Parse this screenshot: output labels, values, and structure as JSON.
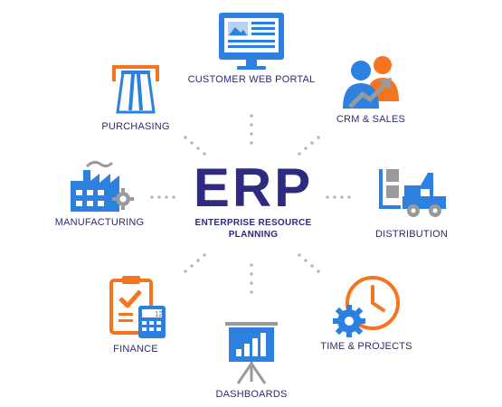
{
  "center": {
    "title": "ERP",
    "subtitle_line1": "ENTERPRISE RESOURCE",
    "subtitle_line2": "PLANNING"
  },
  "modules": {
    "customer_web_portal": {
      "label": "CUSTOMER WEB PORTAL",
      "icon": "monitor-icon"
    },
    "crm_sales": {
      "label": "CRM & SALES",
      "icon": "people-growth-icon"
    },
    "purchasing": {
      "label": "PURCHASING",
      "icon": "receipt-printer-icon"
    },
    "manufacturing": {
      "label": "MANUFACTURING",
      "icon": "factory-icon"
    },
    "distribution": {
      "label": "DISTRIBUTION",
      "icon": "forklift-icon"
    },
    "finance": {
      "label": "FINANCE",
      "icon": "clipboard-calculator-icon"
    },
    "time_projects": {
      "label": "TIME & PROJECTS",
      "icon": "clock-gear-icon"
    },
    "dashboards": {
      "label": "DASHBOARDS",
      "icon": "presentation-chart-icon"
    },
    "calculator_display": "12"
  },
  "colors": {
    "blue": "#2b80e0",
    "orange": "#f5741f",
    "navy": "#2d2a80",
    "dots": "#b8b8b8"
  }
}
